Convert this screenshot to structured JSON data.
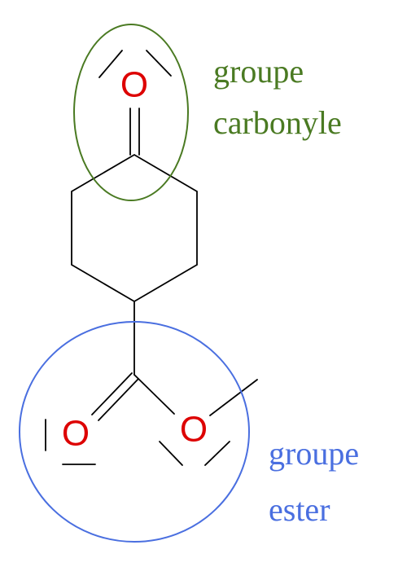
{
  "molecule": {
    "ketone_oxygen": "O",
    "ester_carbonyl_oxygen": "O",
    "ester_alkoxy_oxygen": "O"
  },
  "groups": {
    "carbonyl": {
      "line1": "groupe",
      "line2": "carbonyle",
      "color": "#4a7a22"
    },
    "ester": {
      "line1": "groupe",
      "line2": "ester",
      "color": "#4a6fe0"
    }
  },
  "colors": {
    "bond": "#000000",
    "oxygen": "#dd0000"
  }
}
